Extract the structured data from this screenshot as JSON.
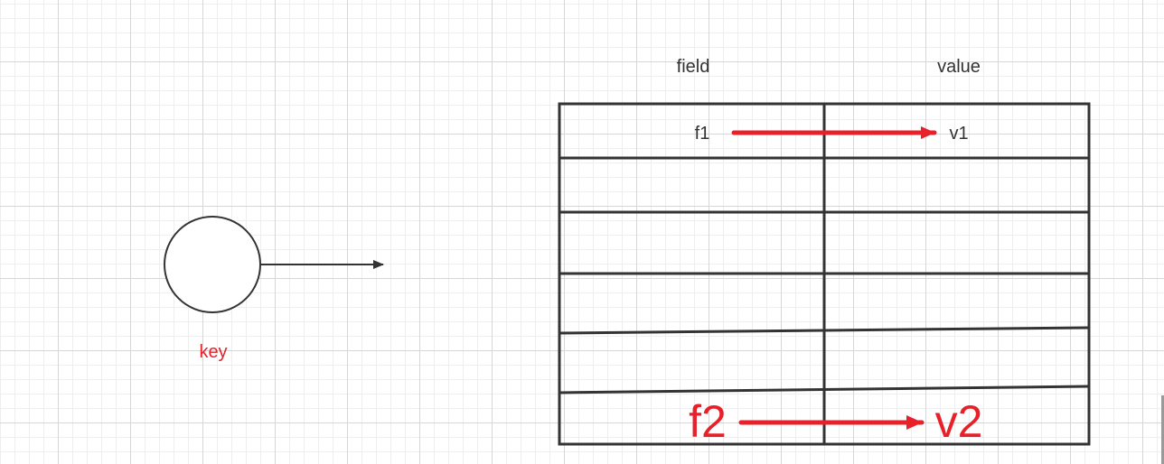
{
  "key": {
    "label": "key"
  },
  "table": {
    "field_header": "field",
    "value_header": "value"
  },
  "entries": [
    {
      "field": "f1",
      "value": "v1"
    },
    {
      "field": "f2",
      "value": "v2"
    }
  ],
  "colors": {
    "ink": "#333333",
    "accent_red": "#e8202a",
    "key_label": "#e8202a"
  }
}
